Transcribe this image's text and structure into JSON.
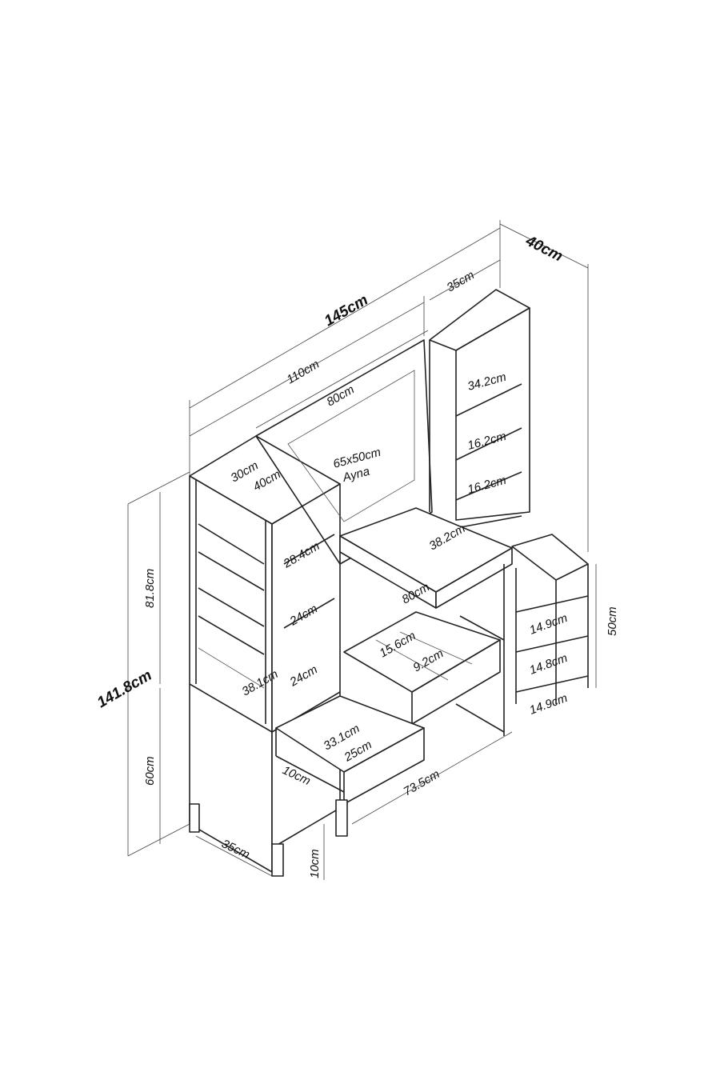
{
  "title": "Dressing table with shelving units - dimension drawing",
  "labels": {
    "total_width": "145cm",
    "total_depth": "40cm",
    "width_110": "110cm",
    "right_tower_width": "35cm",
    "mirror_frame_width": "80cm",
    "mirror_size": "65x50cm",
    "mirror_name": "Ayna",
    "left_tower_width": "30cm",
    "left_tower_depth": "40cm",
    "right_shelf_1": "34.2cm",
    "right_shelf_2": "16.2cm",
    "right_shelf_3": "16.2cm",
    "left_shelf_1": "28.4cm",
    "desk_depth": "38.2cm",
    "desk_width": "80cm",
    "left_shelf_2": "24cm",
    "left_shelf_3": "24cm",
    "drawer_divider_1": "15.6cm",
    "drawer_divider_2": "9.2cm",
    "left_inner_depth": "38.1cm",
    "side_shelf_1": "14.9cm",
    "side_shelf_2": "14.8cm",
    "side_shelf_3": "14.9cm",
    "side_height": "50cm",
    "upper_height": "81.8cm",
    "total_height": "141.8cm",
    "lower_height": "60cm",
    "drawer_depth": "33.1cm",
    "drawer_width": "25cm",
    "drawer_height": "10cm",
    "desk_span": "73.5cm",
    "base_depth": "35cm",
    "leg_height": "10cm"
  }
}
